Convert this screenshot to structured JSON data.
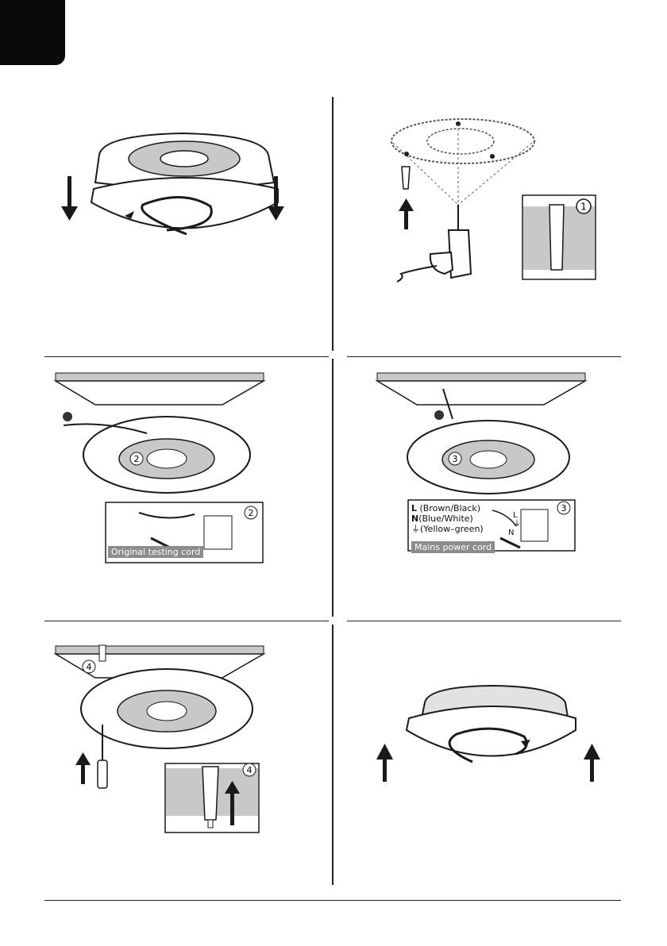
{
  "page": {
    "section_tab_color": "#0a0a0a"
  },
  "step_badges": {
    "drill_detail": "1",
    "remove_cord": "2",
    "remove_cord_detail": "2",
    "connect_mains": "3",
    "connect_mains_detail": "3",
    "screw_base": "4",
    "screw_detail": "4"
  },
  "remove_cord": {
    "detail_caption": "Original testing cord",
    "status_icon": "cross-icon"
  },
  "connect_mains": {
    "status_icon": "check-icon",
    "detail_caption": "Mains power cord",
    "wires": [
      {
        "code": "L",
        "desc": "(Brown/Black)"
      },
      {
        "code": "N",
        "desc": "(Blue/White)"
      },
      {
        "code": "⏚",
        "desc": "(Yellow–green)"
      }
    ],
    "terminal_labels": [
      "L",
      "⏚",
      "N"
    ]
  },
  "colors": {
    "line": "#1a1a1a",
    "fill_gray": "#c8c8c8",
    "light_gray": "#e2e2e2",
    "caption_bg": "#8c8c8c"
  }
}
